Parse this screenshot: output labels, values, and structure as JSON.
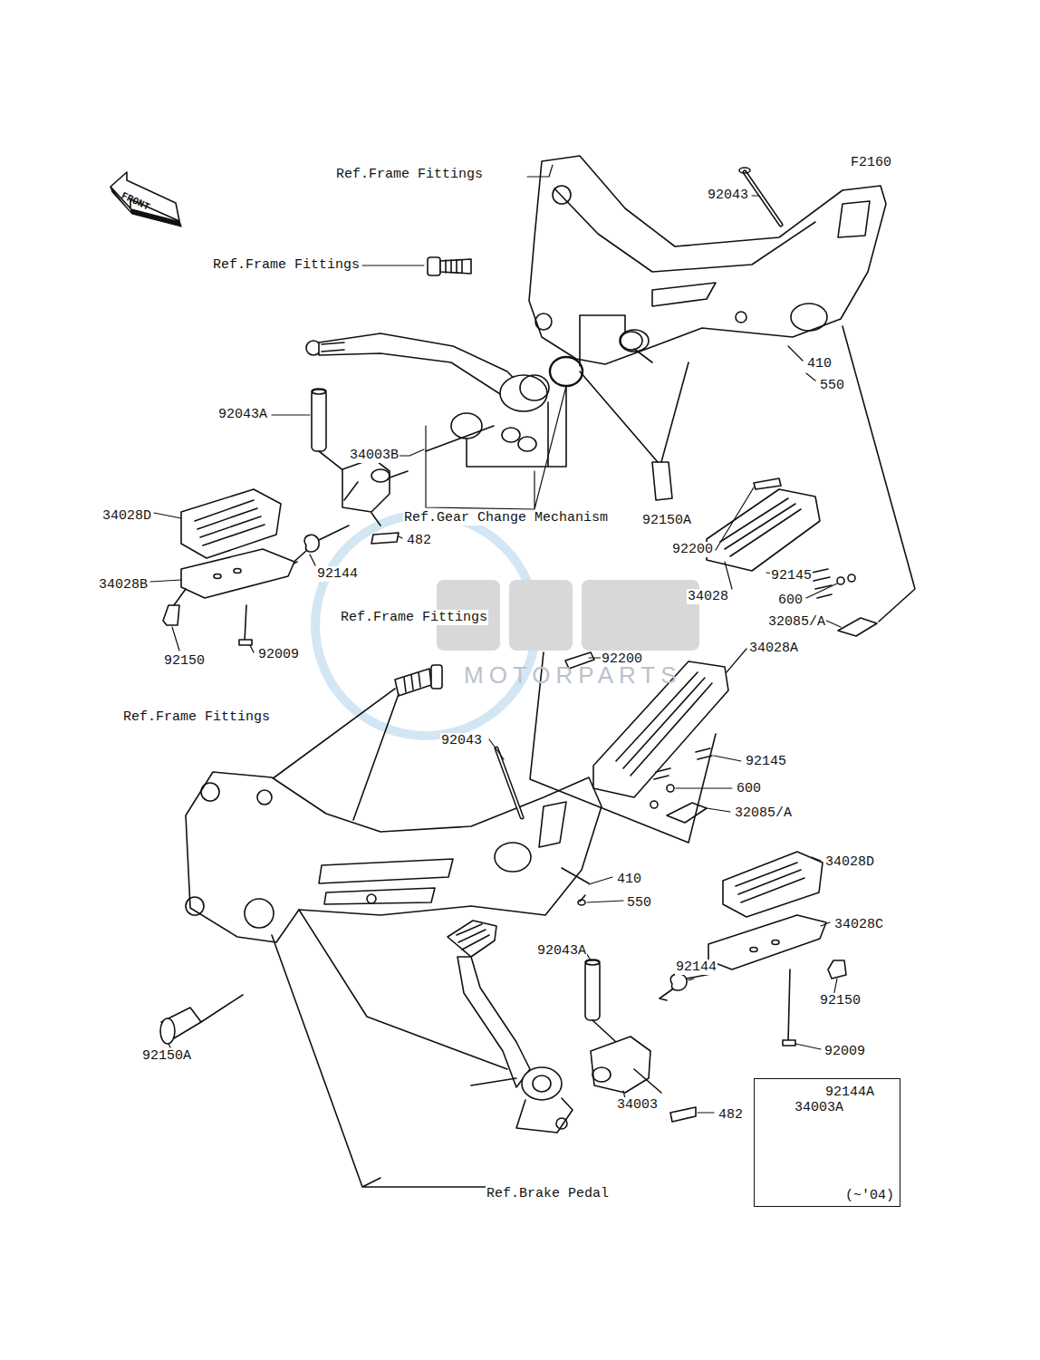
{
  "diagram": {
    "nodes": [
      {
        "text": [
          "FRONT"
        ]
      },
      {
        "text": [
          "34003A",
          "92144A",
          "(~'04)"
        ]
      }
    ],
    "labels": [
      "Ref.Frame Fittings",
      "F2160",
      "92043",
      "Ref.Frame Fittings",
      "92043A",
      "34003B",
      "410",
      "550",
      "92150A",
      "92200",
      "34028D",
      "Ref.Gear Change Mechanism",
      "482",
      "92144",
      "34028B",
      "34028",
      "92145",
      "600",
      "32085/A",
      "92150",
      "92009",
      "Ref.Frame Fittings",
      "92200",
      "34028A",
      "Ref.Frame Fittings",
      "92043",
      "92145",
      "600",
      "32085/A",
      "410",
      "550",
      "34028D",
      "34028C",
      "92043A",
      "92144",
      "92150",
      "92150A",
      "92009",
      "34003",
      "482",
      "Ref.Brake Pedal",
      "MOTORPARTS"
    ]
  }
}
